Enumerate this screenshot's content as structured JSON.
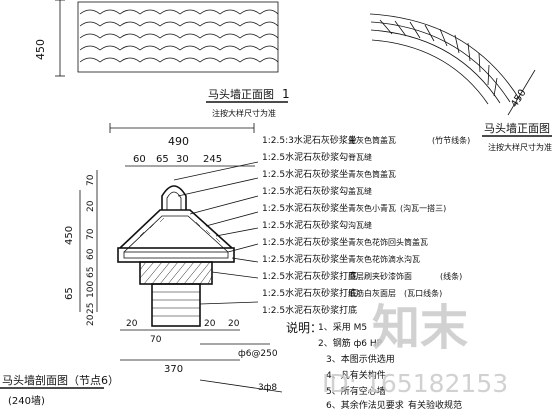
{
  "top_elevation": {
    "dim_height": "450",
    "title": "马头墙正面图",
    "note": "注按大样尺寸为准",
    "mark": "1",
    "dim_width": "490"
  },
  "right_elevation": {
    "dim": "450",
    "title": "马头墙正面图",
    "note": "注按大样尺寸为准"
  },
  "section": {
    "title": "马头墙剖面图（节点6）",
    "subtitle": "(240墙)",
    "top_dims": [
      "60",
      "65",
      "30",
      "245"
    ],
    "left_dims": [
      "70",
      "450",
      "20",
      "70",
      "60",
      "65",
      "100",
      "25",
      "20"
    ],
    "bottom_dims": [
      "20",
      "70",
      "20",
      "370",
      "20"
    ],
    "rebar_1": "ф6@250",
    "rebar_2": "3ф8"
  },
  "layers": [
    {
      "mortar": "1:2.5:3水泥石灰砂浆坐",
      "material": "青灰色筒盖瓦",
      "extra": "(竹节线条)"
    },
    {
      "mortar": "1:2.5水泥石灰砂浆勾",
      "material": "脊瓦缝",
      "extra": ""
    },
    {
      "mortar": "1:2.5水泥石灰砂浆坐",
      "material": "青灰色筒盖瓦",
      "extra": ""
    },
    {
      "mortar": "1:2.5水泥石灰砂浆勾",
      "material": "盖瓦缝",
      "extra": ""
    },
    {
      "mortar": "1:2.5水泥石灰砂浆坐",
      "material": "青灰色小青瓦",
      "extra": "(沟瓦一搭三)"
    },
    {
      "mortar": "1:2.5水泥石灰砂浆勾",
      "material": "沟瓦缝",
      "extra": ""
    },
    {
      "mortar": "1:2.5水泥石灰砂浆坐",
      "material": "青灰色花饰回头筒盖瓦",
      "extra": ""
    },
    {
      "mortar": "1:2.5水泥石灰砂浆坐",
      "material": "青灰色花饰滴水沟瓦",
      "extra": ""
    },
    {
      "mortar": "1:2.5水泥石灰砂浆打底",
      "material": "面层刷夹砂漆饰面",
      "extra": "(线条)"
    },
    {
      "mortar": "1:2.5水泥石灰砂浆打底",
      "material": "纸筋白灰面层",
      "extra": "(瓦口线条)"
    },
    {
      "mortar": "1:2.5水泥石灰砂浆打底",
      "material": "",
      "extra": ""
    }
  ],
  "notes": {
    "heading": "说明：",
    "items": [
      "1、采用  M5",
      "2、钢筋  ф6 HP",
      "3、本图示供选用",
      "4、凡有关构件",
      "5、所有空心墙",
      "6、其余作法见要求",
      "有关验收规范"
    ]
  },
  "watermark": {
    "brand": "知末",
    "id_text": "ID: 165182153"
  }
}
